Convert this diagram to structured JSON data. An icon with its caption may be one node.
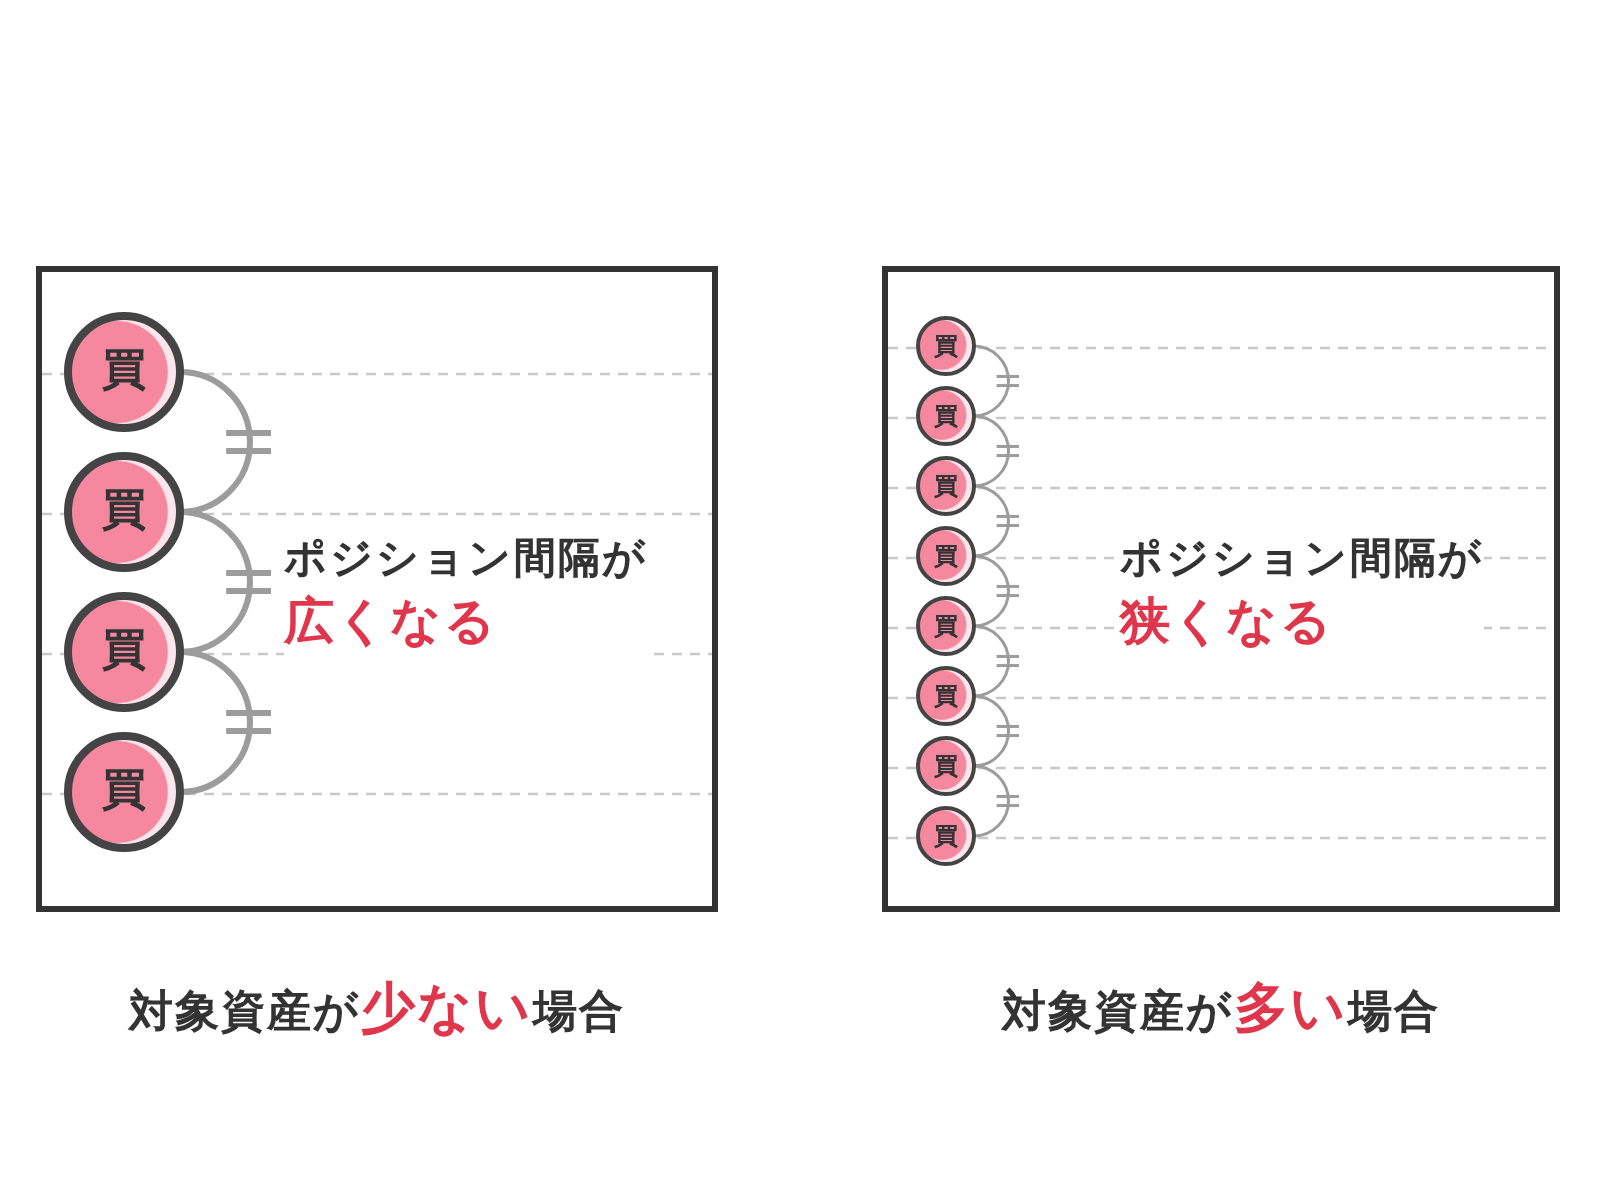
{
  "diagram": {
    "nodes": [
      {
        "text": [
          "ポジション間隔が**広くなる**"
        ],
        "beside": [
          "対象資産が**少ない**場合"
        ]
      },
      {
        "text": [
          "買"
        ],
        "in": 0
      },
      {
        "text": [
          "買"
        ],
        "in": 0
      },
      {
        "text": [
          "買"
        ],
        "in": 0
      },
      {
        "text": [
          "買"
        ],
        "in": 0
      },
      {
        "text": [
          "ポジション間隔が**狭くなる**"
        ],
        "beside": [
          "対象資産が**多い**場合"
        ]
      },
      {
        "text": [
          "買"
        ],
        "in": 5
      },
      {
        "text": [
          "買"
        ],
        "in": 5
      },
      {
        "text": [
          "買"
        ],
        "in": 5
      },
      {
        "text": [
          "買"
        ],
        "in": 5
      },
      {
        "text": [
          "買"
        ],
        "in": 5
      },
      {
        "text": [
          "買"
        ],
        "in": 5
      },
      {
        "text": [
          "買"
        ],
        "in": 5
      },
      {
        "text": [
          "買"
        ],
        "in": 5
      }
    ]
  }
}
